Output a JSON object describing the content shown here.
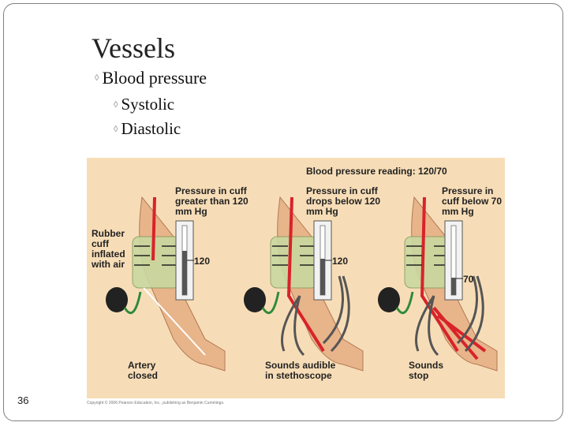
{
  "slide": {
    "title": "Vessels",
    "bullets": [
      {
        "text": "Blood pressure",
        "level": 1
      },
      {
        "text": "Systolic",
        "level": 2
      },
      {
        "text": "Diastolic",
        "level": 2
      }
    ],
    "bullet_icon": "diamond-bullet-icon",
    "page_number": "36"
  },
  "figure": {
    "reading_label": "Blood pressure reading: 120/70",
    "panels": [
      {
        "pressure_label": "Pressure in cuff greater than 120 mm Hg",
        "gauge_value": "120",
        "bottom_label": "Artery closed"
      },
      {
        "pressure_label": "Pressure in cuff drops below 120 mm Hg",
        "gauge_value": "120",
        "bottom_label": "Sounds audible in stethoscope"
      },
      {
        "pressure_label": "Pressure in cuff below 70 mm Hg",
        "gauge_value": "70",
        "bottom_label": "Sounds stop"
      }
    ],
    "cuff_label": "Rubber cuff inflated with air",
    "copyright": "Copyright © 2006 Pearson Education, Inc., publishing as Benjamin Cummings.",
    "colors": {
      "background": "#f7ddb7",
      "cuff": "#c9d8a0",
      "artery": "#d8232a",
      "skin": "#e8b48a",
      "bulb": "#222222",
      "tube": "#2e8b3a"
    }
  }
}
